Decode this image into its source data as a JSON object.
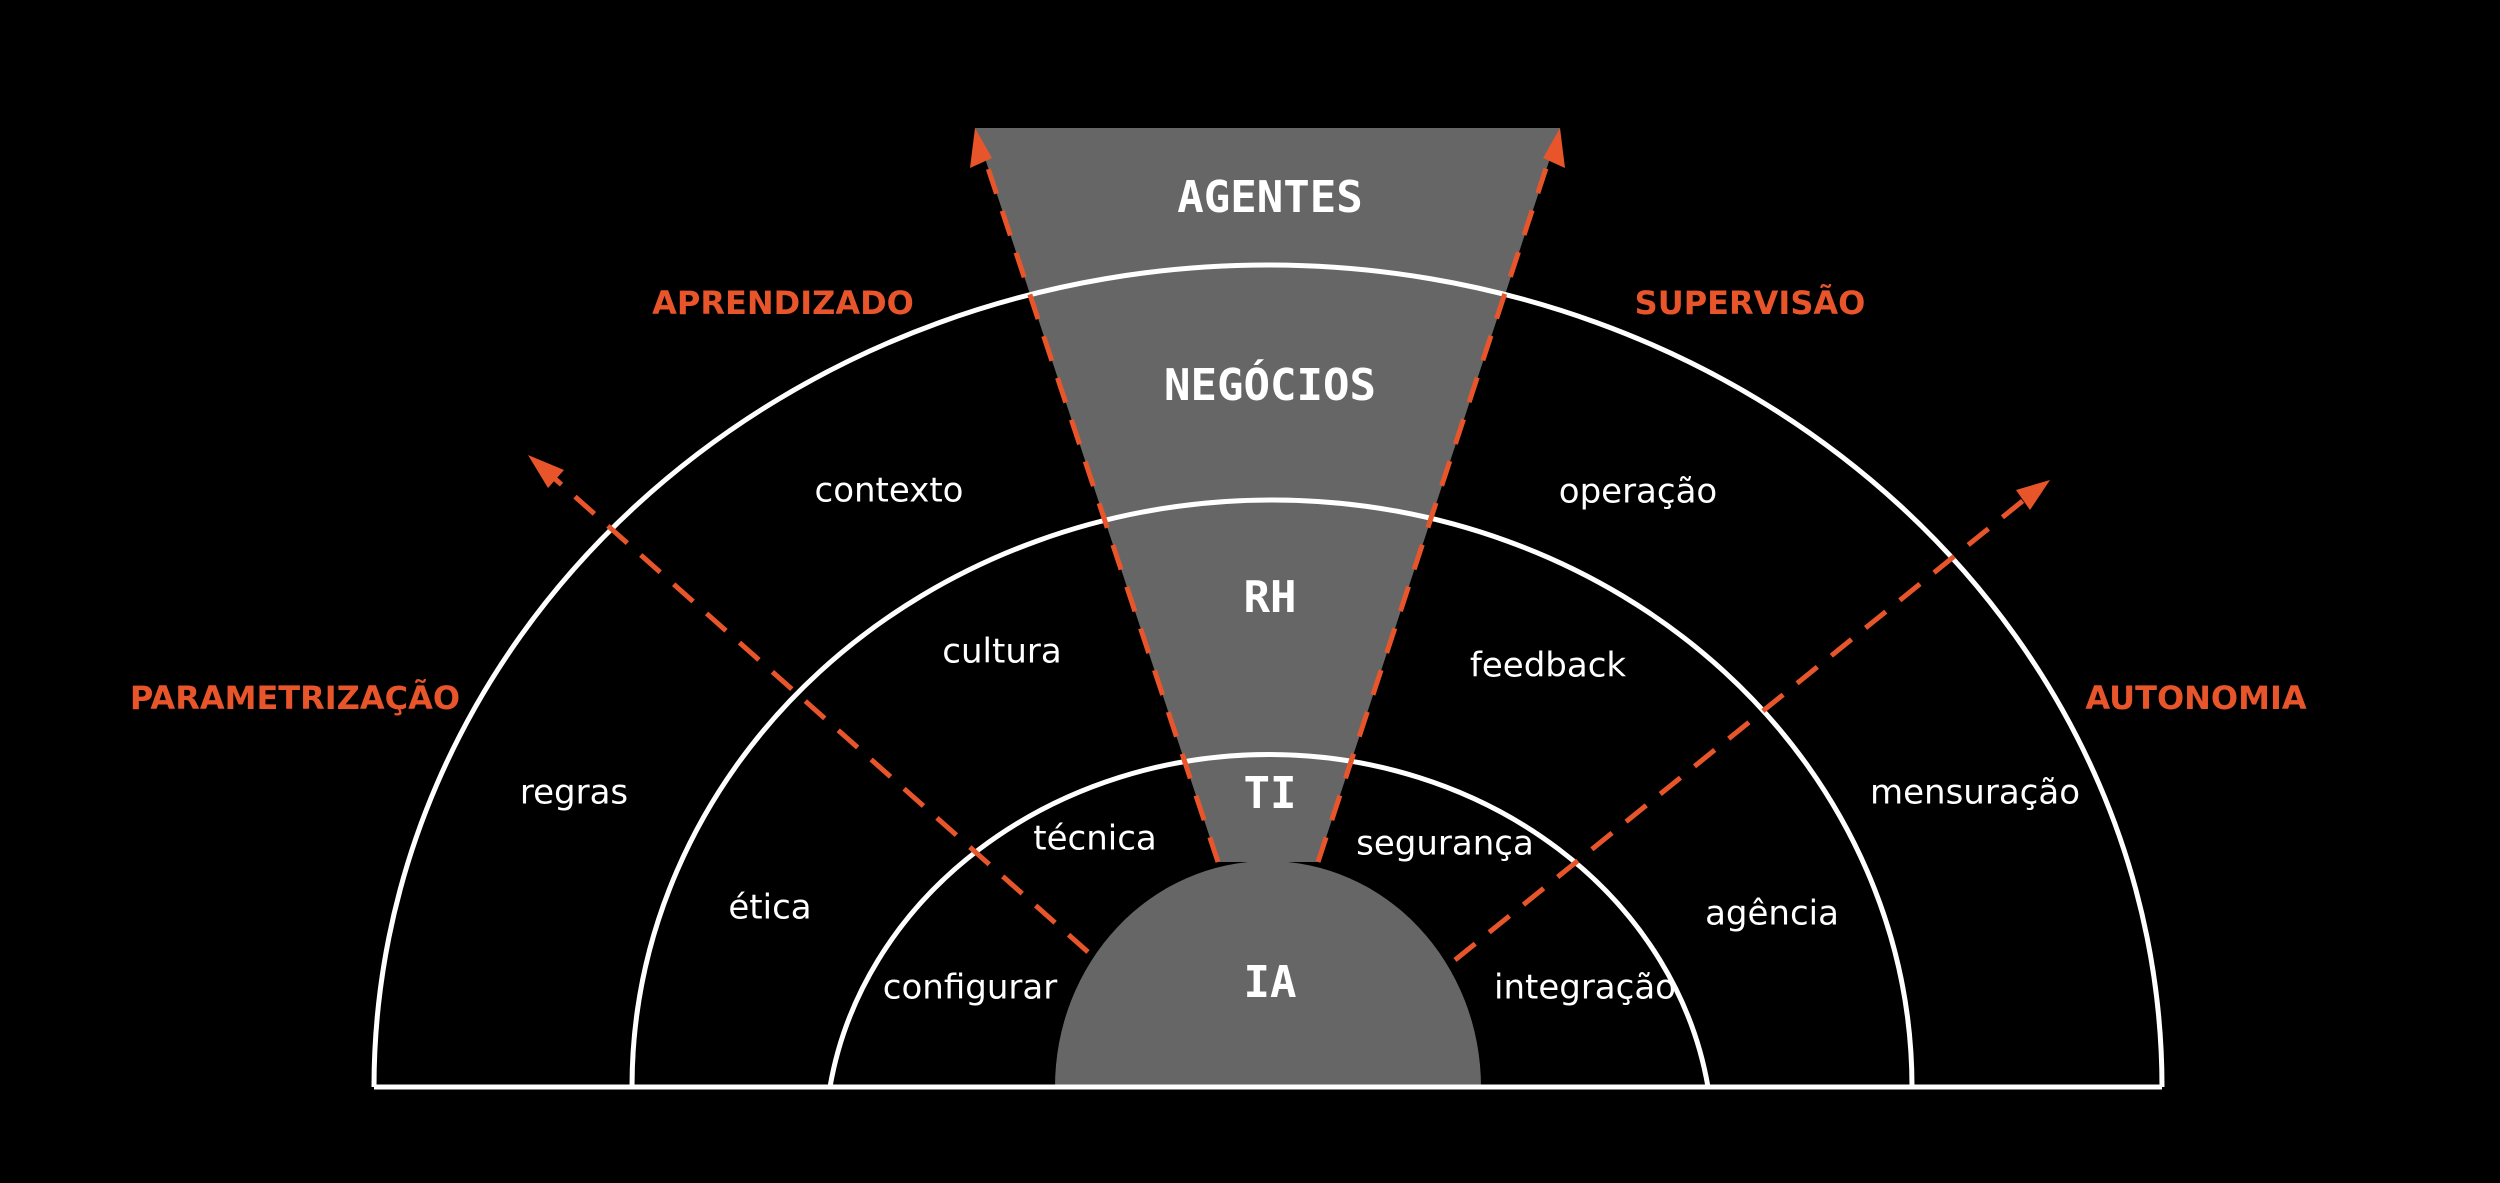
{
  "colors": {
    "background": "#000000",
    "funnel": "#666666",
    "ring_stroke": "#ffffff",
    "accent": "#e8552b",
    "text": "#ffffff"
  },
  "layers": {
    "agentes": "AGENTES",
    "negocios": "NEGÓCIOS",
    "rh": "RH",
    "ti": "TI",
    "ia": "IA"
  },
  "axes": {
    "aprendizado": "APRENDIZADO",
    "supervisao": "SUPERVISÃO",
    "parametrizacao": "PARAMETRIZAÇÃO",
    "autonomia": "AUTONOMIA"
  },
  "outer_ring": {
    "left": "contexto",
    "right": "operação",
    "far_left": "regras",
    "far_right": "mensuração"
  },
  "middle_ring": {
    "left": "cultura",
    "right": "feedback",
    "far_left": "ética",
    "far_right": "agência"
  },
  "inner_ring": {
    "left": "técnica",
    "right": "segurança",
    "far_left": "configurar",
    "far_right": "integração"
  }
}
